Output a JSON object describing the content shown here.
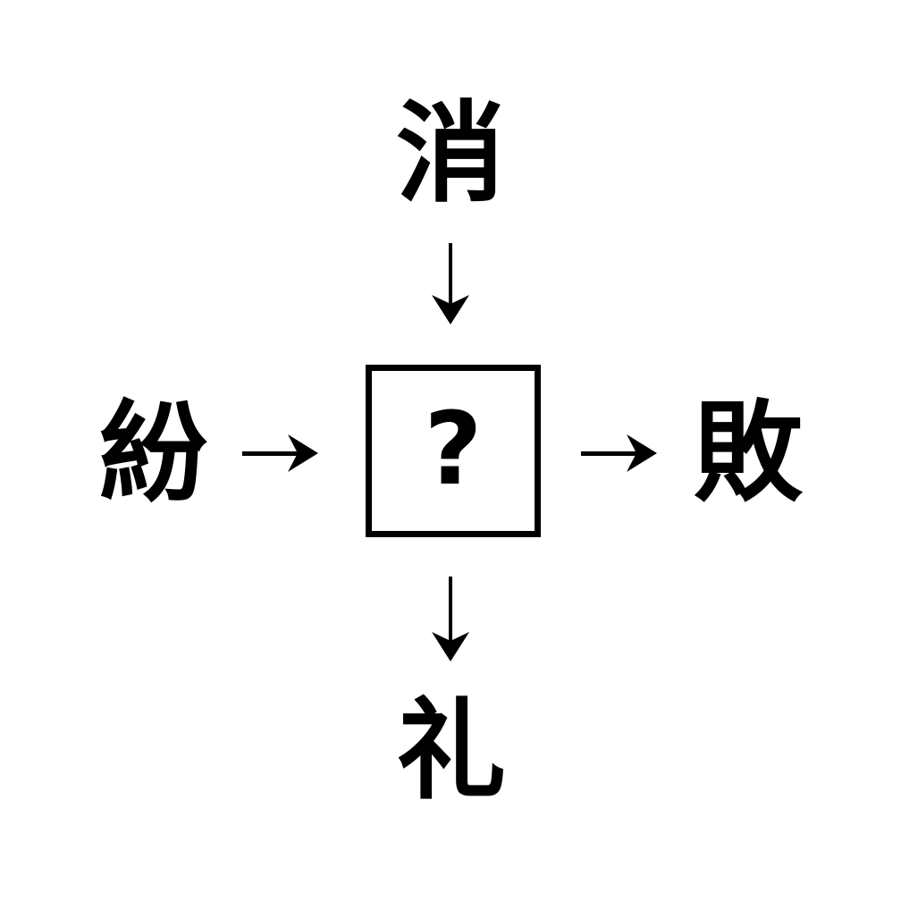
{
  "puzzle": {
    "type": "kanji-cross-association",
    "background_color": "#ffffff",
    "ink_color": "#000000",
    "top": {
      "character": "消",
      "position": "top",
      "relation": "arrow-down-into-center"
    },
    "left": {
      "character": "紛",
      "position": "left",
      "relation": "arrow-right-into-center"
    },
    "center": {
      "character": "?",
      "position": "center",
      "boxed": true
    },
    "right": {
      "character": "敗",
      "position": "right",
      "relation": "arrow-right-out-of-center"
    },
    "bottom": {
      "character": "礼",
      "position": "bottom",
      "relation": "arrow-down-out-of-center"
    },
    "arrows": [
      {
        "name": "top-to-box",
        "direction": "down",
        "glyph": "↓"
      },
      {
        "name": "left-to-box",
        "direction": "right",
        "glyph": "→"
      },
      {
        "name": "box-to-right",
        "direction": "right",
        "glyph": "→"
      },
      {
        "name": "box-to-bottom",
        "direction": "down",
        "glyph": "↓"
      }
    ]
  }
}
